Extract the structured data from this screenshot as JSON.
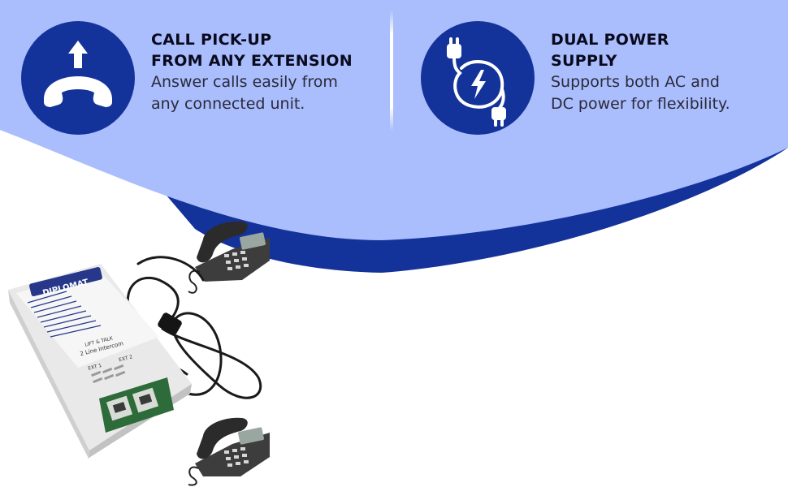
{
  "colors": {
    "light_band": "#aabdfc",
    "dark_band": "#14339a",
    "circle": "#14339a",
    "icon": "#ffffff",
    "title_text": "#0a0a1e",
    "body_text": "#2a2a3a"
  },
  "features": [
    {
      "icon": "phone-pickup-icon",
      "title_lines": [
        "CALL PICK-UP",
        "FROM ANY EXTENSION"
      ],
      "desc_lines": [
        "Answer calls easily from",
        "any connected unit."
      ]
    },
    {
      "icon": "power-plug-bolt-icon",
      "title_lines": [
        "DUAL POWER",
        "SUPPLY"
      ],
      "desc_lines": [
        "Supports both AC and",
        "DC power for flexibility."
      ]
    }
  ],
  "product": {
    "brand": "DIPLOMAT",
    "model_line1": "LIFT & TALK",
    "model_line2": "2 Line Intercom",
    "port1_label": "EXT 1",
    "port2_label": "EXT 2"
  }
}
